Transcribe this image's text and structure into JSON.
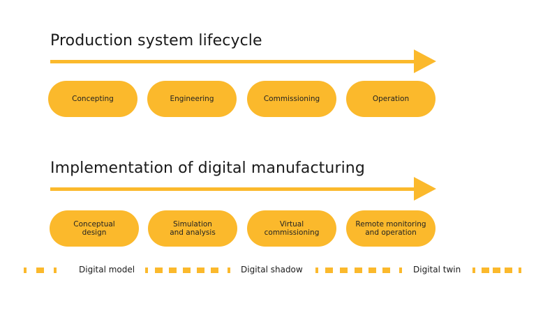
{
  "colors": {
    "accent": "#fbb92c",
    "text": "#1a1a1a"
  },
  "sections": [
    {
      "title": "Production system lifecycle",
      "stages": [
        "Concepting",
        "Engineering",
        "Commissioning",
        "Operation"
      ]
    },
    {
      "title": "Implementation of digital manufacturing",
      "stages": [
        "Conceptual\ndesign",
        "Simulation\nand analysis",
        "Virtual\ncommissioning",
        "Remote monitoring\nand operation"
      ]
    }
  ],
  "legend": {
    "items": [
      "Digital model",
      "Digital shadow",
      "Digital twin"
    ]
  }
}
